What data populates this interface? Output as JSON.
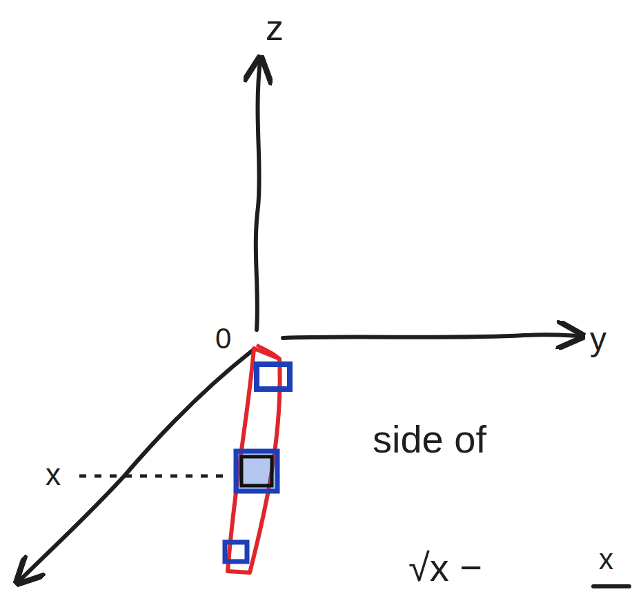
{
  "diagram": {
    "labels": [
      "z",
      "y",
      "0",
      "x",
      "side of",
      "√x −",
      "x"
    ]
  }
}
